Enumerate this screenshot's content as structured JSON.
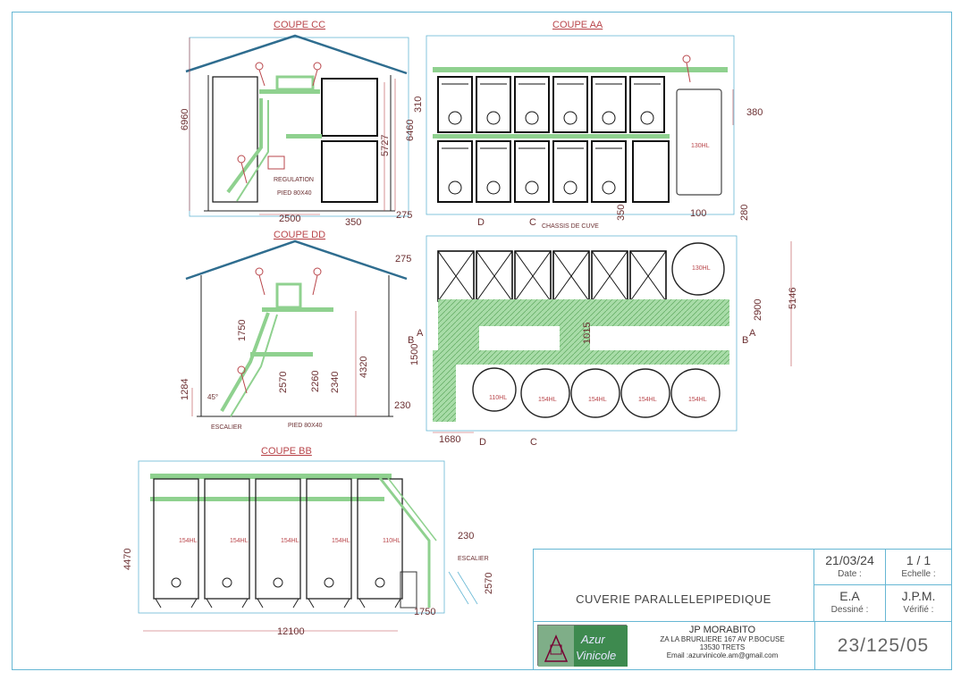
{
  "views": {
    "cc": "COUPE CC",
    "aa": "COUPE AA",
    "dd": "COUPE DD",
    "bb": "COUPE BB"
  },
  "dimensions": {
    "cc_height": "6960",
    "cc_h2": "6460",
    "cc_h3": "5727",
    "cc_h4": "310",
    "cc_width": "2500",
    "cc_w2": "350",
    "cc_w3": "275",
    "aa_right": "380",
    "aa_bottom": "100",
    "aa_chassis_h": "350",
    "plan_280": "280",
    "plan_275": "275",
    "plan_5146": "5146",
    "plan_2900": "2900",
    "plan_1015": "1015",
    "plan_1500": "1500",
    "plan_230": "230",
    "plan_1680": "1680",
    "dd_1750": "1750",
    "dd_4320": "4320",
    "dd_2570": "2570",
    "dd_2260": "2260",
    "dd_2340": "2340",
    "dd_1284": "1284",
    "dd_angle": "45°",
    "bb_4470": "4470",
    "bb_12100": "12100",
    "bb_230": "230",
    "bb_2570": "2570",
    "bb_1750": "1750"
  },
  "labels": {
    "regulation": "REGULATION",
    "pied_cc": "PIED 80X40",
    "pied_dd": "PIED 80X40",
    "escalier_dd": "ESCALIER",
    "escalier_bb": "ESCALIER",
    "chassis": "CHASSIS DE CUVE",
    "sec_a": "A",
    "sec_b": "B",
    "sec_c": "C",
    "sec_d": "D"
  },
  "tanks": {
    "t130": "130HL",
    "t110": "110HL",
    "t154": "154HL",
    "bb_tanks": [
      "154HL",
      "154HL",
      "154HL",
      "154HL",
      "110HL"
    ],
    "plan_round": [
      "154HL",
      "154HL",
      "154HL",
      "154HL"
    ]
  },
  "cartouche": {
    "project": "CUVERIE PARALLELEPIPEDIQUE",
    "date": "21/03/24",
    "date_label": "Date :",
    "scale": "1 / 1",
    "scale_label": "Echelle :",
    "drawn": "E.A",
    "drawn_label": "Dessiné :",
    "verified": "J.P.M.",
    "verified_label": "Vérifié :",
    "company_name": "JP MORABITO",
    "address1": "ZA LA BRURLIERE 167 AV P.BOCUSE",
    "address2": "13530 TRETS",
    "email": "Email :azurvinicole.am@gmail.com",
    "reference": "23/125/05",
    "logo_line1": "Azur",
    "logo_line2": "Vinicole"
  },
  "colors": {
    "line": "#1a1a1a",
    "platform": "#8fd18f",
    "frame": "#66b7d4",
    "dimension": "#b9464b"
  }
}
